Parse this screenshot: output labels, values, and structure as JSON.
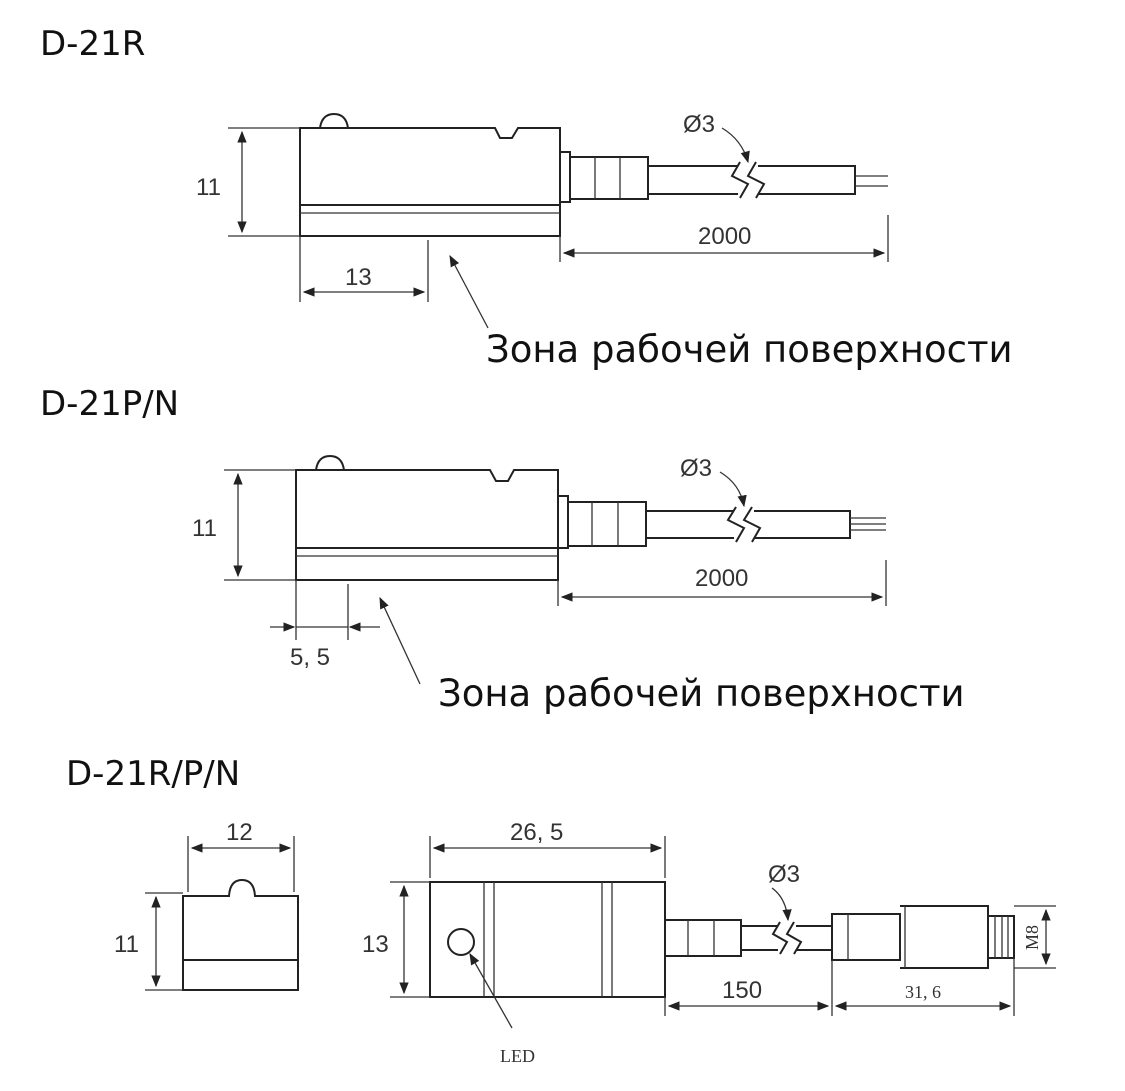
{
  "sections": [
    {
      "title": "D-21R",
      "zone_label": "Зона рабочей поверхности",
      "dims": {
        "height": "11",
        "width": "13",
        "cable_diameter": "Ø3",
        "cable_length": "2000"
      }
    },
    {
      "title": "D-21P/N",
      "zone_label": "Зона рабочей поверхности",
      "dims": {
        "height": "11",
        "width": "5, 5",
        "cable_diameter": "Ø3",
        "cable_length": "2000"
      }
    },
    {
      "title": "D-21R/P/N",
      "dims": {
        "end_width": "12",
        "end_height": "11",
        "length": "26, 5",
        "body_height": "13",
        "cable_diameter": "Ø3",
        "cable_length": "150",
        "connector_length": "31, 6",
        "connector_thread": "M8",
        "led_label": "LED"
      }
    }
  ]
}
